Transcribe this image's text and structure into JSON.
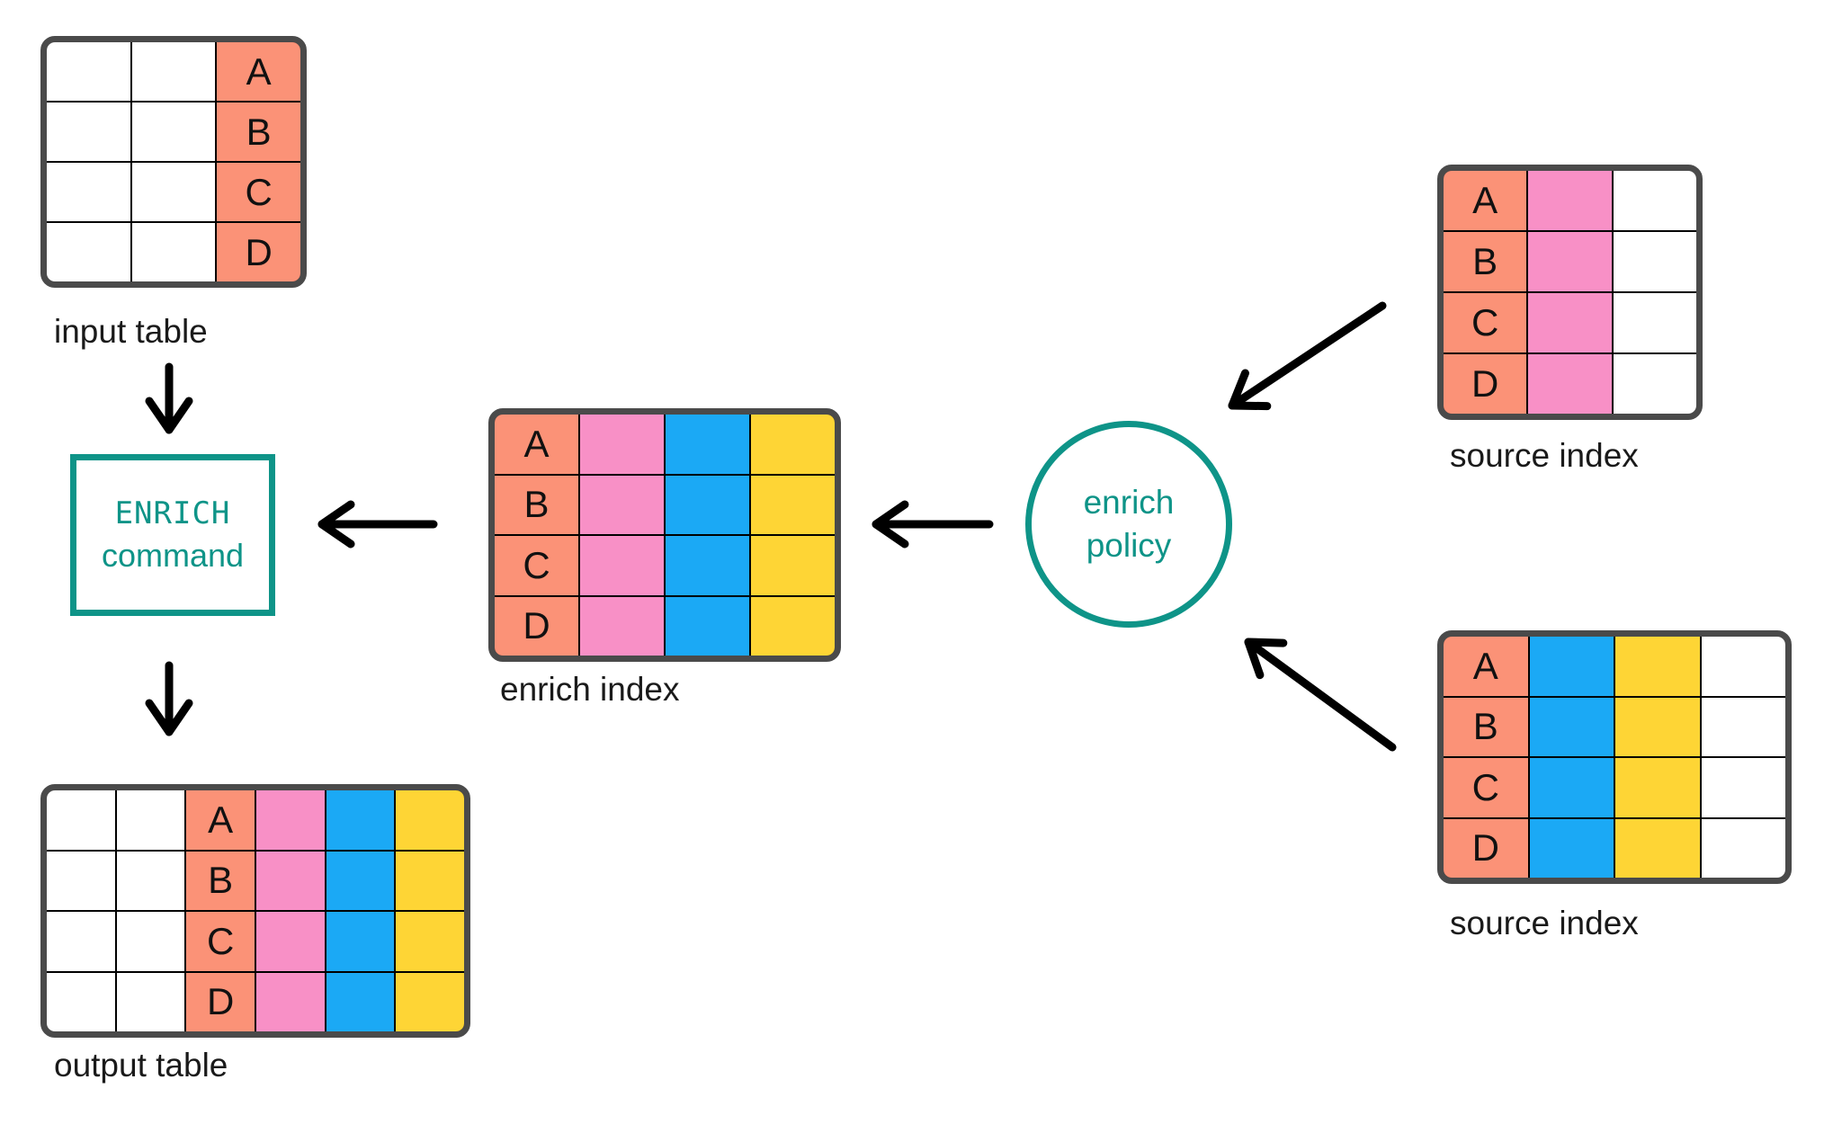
{
  "colors": {
    "salmon": "#FB9277",
    "pink": "#F890C6",
    "blue": "#1BA9F5",
    "yellow": "#FED535",
    "teal": "#0E9488",
    "border_dark": "#4A4A4A",
    "grid_line": "#000000",
    "text": "#1A1A1A",
    "arrow": "#000000",
    "background": "#FFFFFF"
  },
  "diagram": {
    "input_table": {
      "label": "input table",
      "row_keys": [
        "A",
        "B",
        "C",
        "D"
      ],
      "columns": [
        "white",
        "white",
        "salmon"
      ],
      "key_col": 2
    },
    "enrich_command": {
      "line1": "ENRICH",
      "line2": "command"
    },
    "output_table": {
      "label": "output table",
      "row_keys": [
        "A",
        "B",
        "C",
        "D"
      ],
      "columns": [
        "white",
        "white",
        "salmon",
        "pink",
        "blue",
        "yellow"
      ],
      "key_col": 2
    },
    "enrich_index": {
      "label": "enrich index",
      "row_keys": [
        "A",
        "B",
        "C",
        "D"
      ],
      "columns": [
        "salmon",
        "pink",
        "blue",
        "yellow"
      ],
      "key_col": 0
    },
    "enrich_policy": {
      "line1": "enrich",
      "line2": "policy"
    },
    "source_index_top": {
      "label": "source index",
      "row_keys": [
        "A",
        "B",
        "C",
        "D"
      ],
      "columns": [
        "salmon",
        "pink",
        "white"
      ],
      "key_col": 0
    },
    "source_index_bottom": {
      "label": "source index",
      "row_keys": [
        "A",
        "B",
        "C",
        "D"
      ],
      "columns": [
        "salmon",
        "blue",
        "yellow",
        "white"
      ],
      "key_col": 0
    }
  }
}
